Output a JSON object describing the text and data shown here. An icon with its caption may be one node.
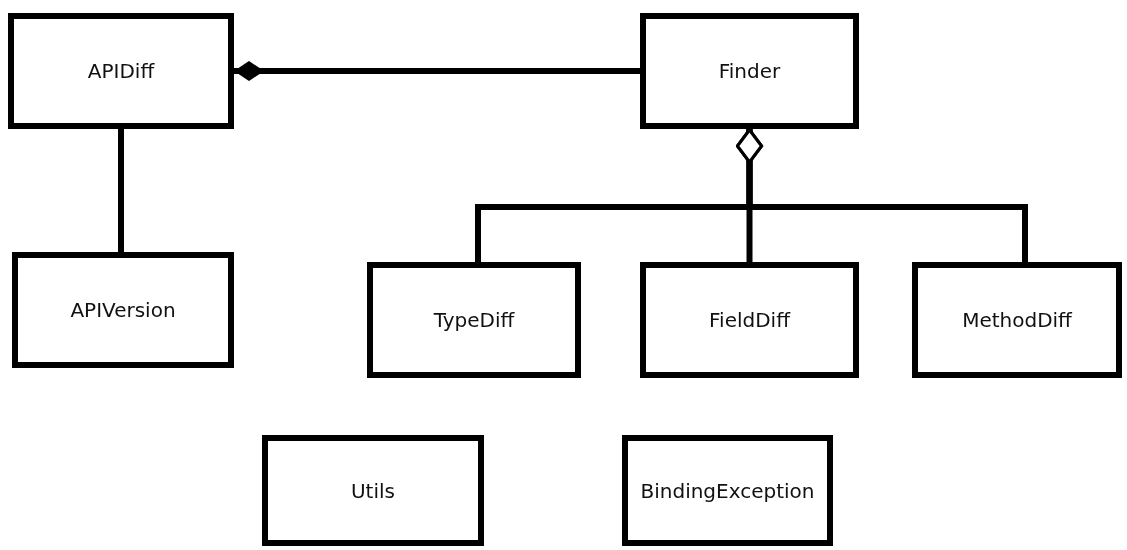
{
  "diagram": {
    "nodes": [
      {
        "text": [
          "APIDiff"
        ]
      },
      {
        "text": [
          "Finder"
        ]
      },
      {
        "text": [
          "APIVersion"
        ]
      },
      {
        "text": [
          "TypeDiff"
        ]
      },
      {
        "text": [
          "FieldDiff"
        ]
      },
      {
        "text": [
          "MethodDiff"
        ]
      },
      {
        "text": [
          "Utils"
        ]
      },
      {
        "text": [
          "BindingException"
        ]
      }
    ],
    "edges": [
      {
        "from": 1,
        "to": 0,
        "arrow": "other"
      },
      {
        "from": 0,
        "to": 2,
        "arrow": "none"
      },
      {
        "from": 3,
        "to": 1,
        "arrow": "other"
      },
      {
        "from": 4,
        "to": 1,
        "arrow": "other"
      },
      {
        "from": 5,
        "to": 1,
        "arrow": "other"
      }
    ]
  }
}
